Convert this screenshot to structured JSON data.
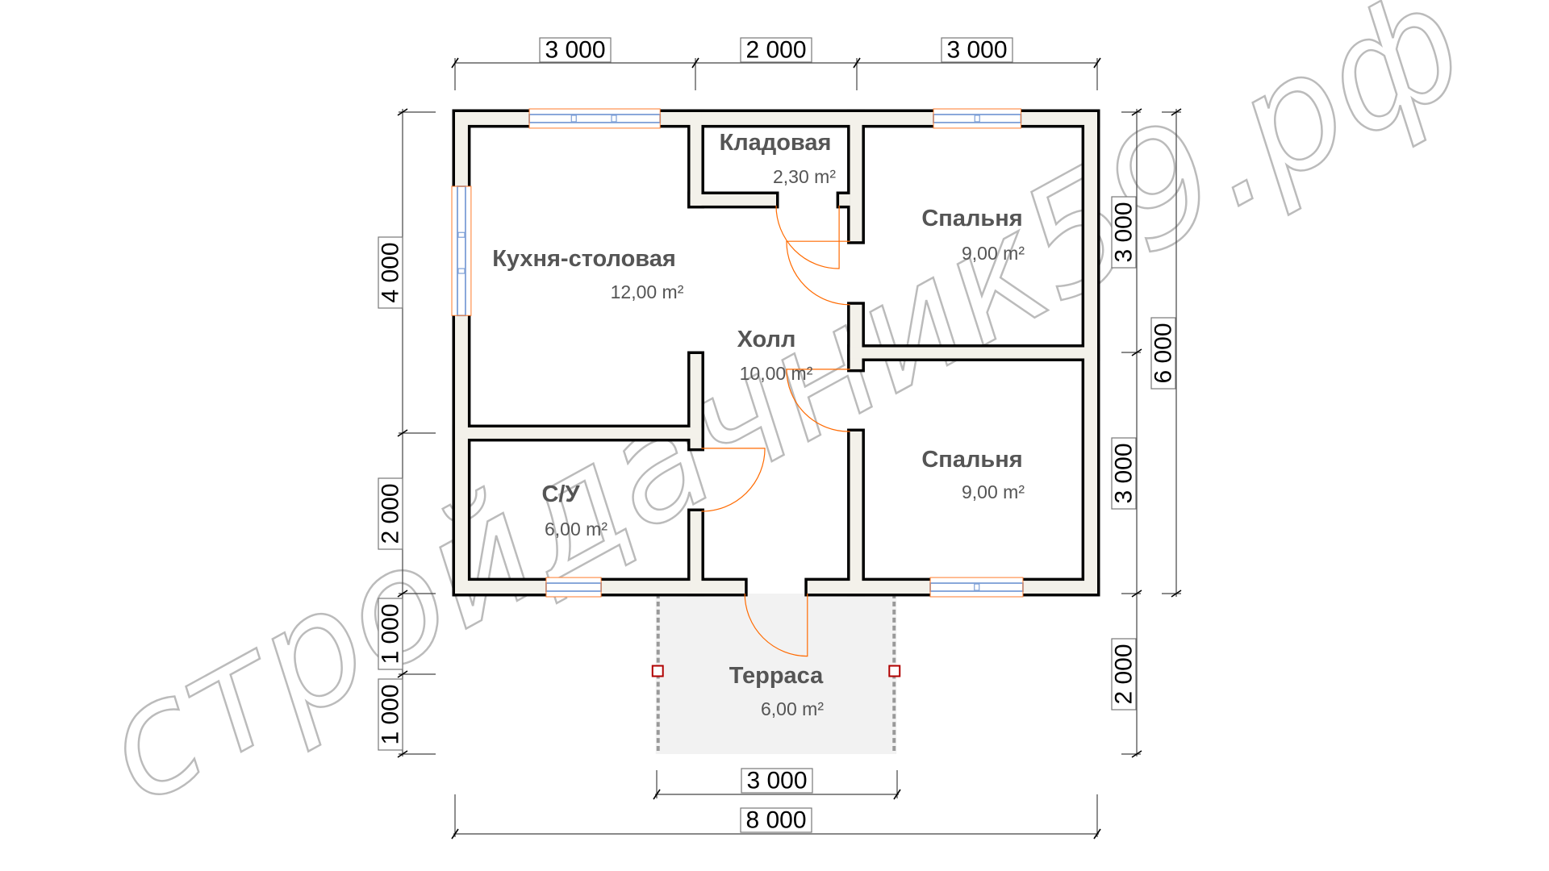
{
  "plan": {
    "rooms": [
      {
        "name": "Кладовая",
        "area": "2,30 m²"
      },
      {
        "name": "Спальня",
        "area": "9,00 m²"
      },
      {
        "name": "Кухня-столовая",
        "area": "12,00 m²"
      },
      {
        "name": "Холл",
        "area": "10,00 m²"
      },
      {
        "name": "Спальня",
        "area": "9,00 m²"
      },
      {
        "name": "С/У",
        "area": "6,00 m²"
      },
      {
        "name": "Терраса",
        "area": "6,00 m²"
      }
    ],
    "dimensions": {
      "top": [
        "3 000",
        "2 000",
        "3 000"
      ],
      "left": [
        "4 000",
        "2 000",
        "1 000",
        "1 000"
      ],
      "right_inner": [
        "3 000",
        "3 000",
        "2 000"
      ],
      "right_outer": [
        "6 000"
      ],
      "bottom_terrace": "3 000",
      "bottom_total": "8 000"
    },
    "colors": {
      "wall": "#f3f1ea",
      "door": "#ff6a00",
      "window": "#7d9fd6",
      "terrace": "#f2f2f2",
      "post": "#b00000"
    }
  },
  "watermark": "стройдачник59.рф"
}
